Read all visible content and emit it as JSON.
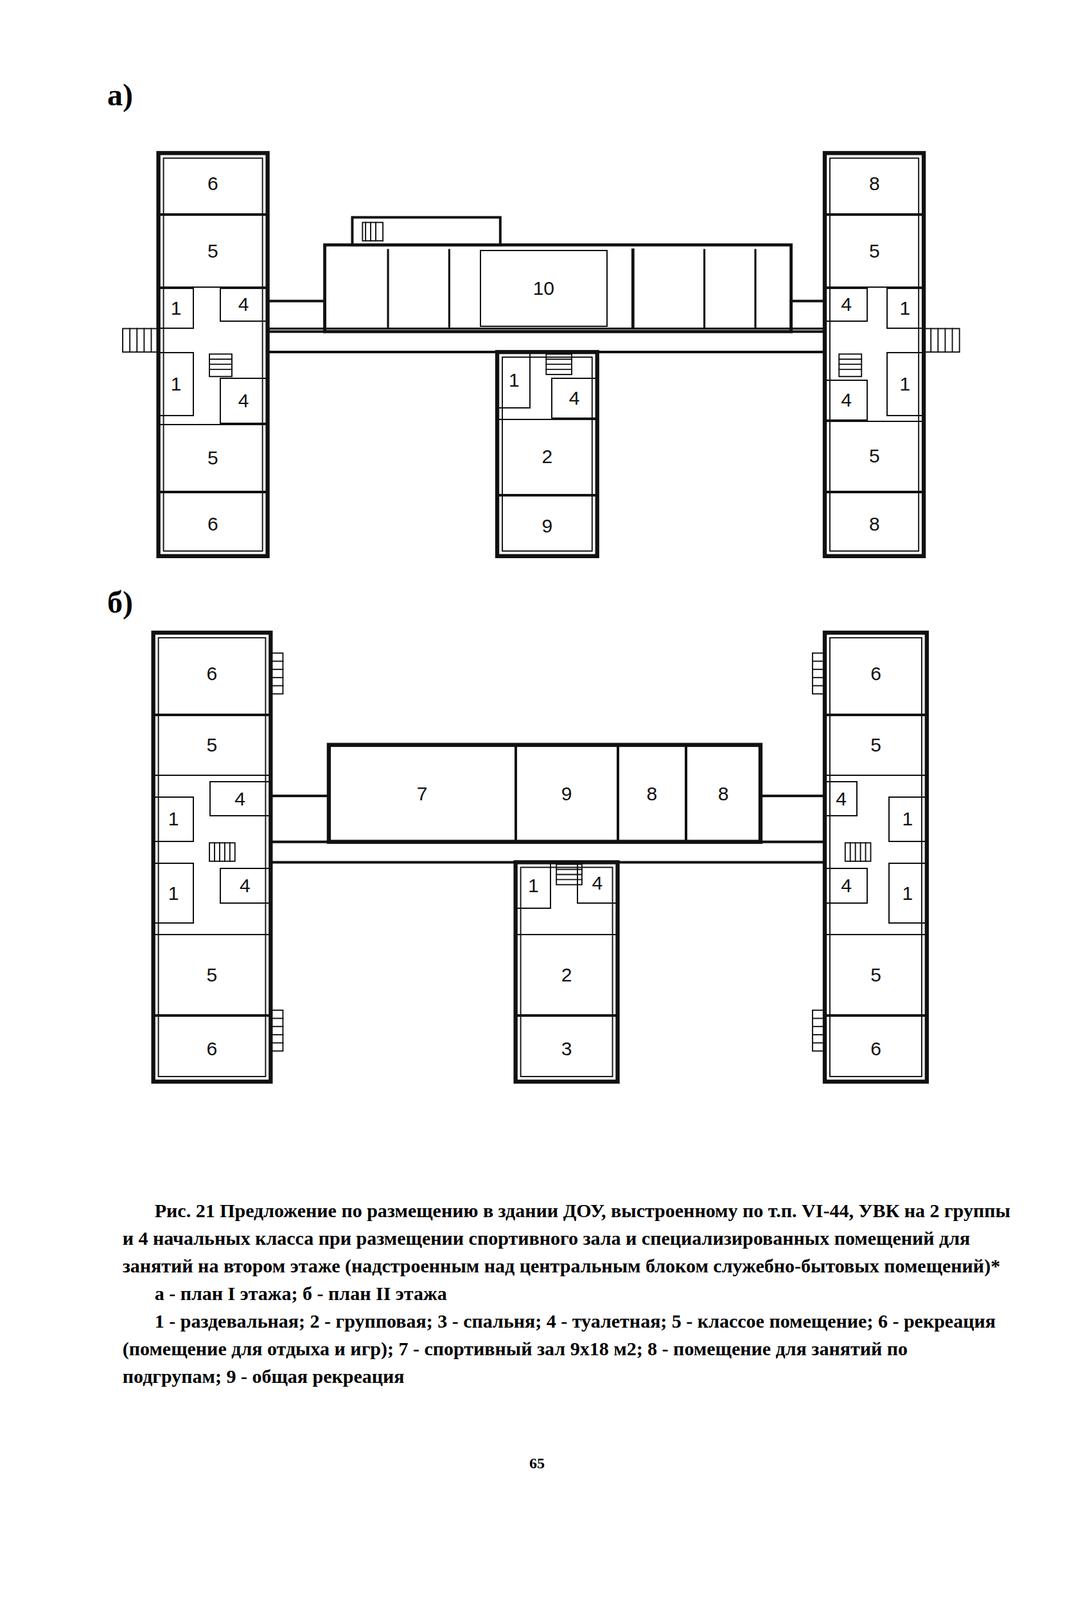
{
  "diagram": {
    "caption": "Рис. 21 Предложение по размещению в здании ДОУ, выстроенному по т.п. VI-44, УВК на 2 группы и 4 начальных класса при размещении спортивного зала и специализированных помещений для занятий на втором этаже (надстроенным над центральным блоком служебно-бытовых помещений)*",
    "nodes": [
      {
        "text": [
          "6"
        ]
      },
      {
        "text": [
          "5"
        ]
      },
      {
        "text": [
          "1"
        ]
      },
      {
        "text": [
          "4"
        ]
      },
      {
        "text": [
          "10"
        ]
      },
      {
        "text": [
          "8"
        ]
      },
      {
        "text": [
          "5"
        ]
      },
      {
        "text": [
          "4"
        ]
      },
      {
        "text": [
          "1"
        ]
      },
      {
        "text": [
          "1"
        ]
      },
      {
        "text": [
          "4"
        ]
      },
      {
        "text": [
          "5"
        ]
      },
      {
        "text": [
          "6"
        ]
      },
      {
        "text": [
          "1"
        ]
      },
      {
        "text": [
          "4"
        ]
      },
      {
        "text": [
          "2"
        ]
      },
      {
        "text": [
          "9"
        ]
      },
      {
        "text": [
          "4"
        ]
      },
      {
        "text": [
          "1"
        ]
      },
      {
        "text": [
          "5"
        ]
      },
      {
        "text": [
          "8"
        ]
      },
      {
        "text": [
          "6"
        ]
      },
      {
        "text": [
          "5"
        ]
      },
      {
        "text": [
          "4"
        ]
      },
      {
        "text": [
          "1"
        ]
      },
      {
        "text": [
          "7"
        ]
      },
      {
        "text": [
          "9"
        ]
      },
      {
        "text": [
          "8"
        ]
      },
      {
        "text": [
          "8"
        ]
      },
      {
        "text": [
          "6"
        ]
      },
      {
        "text": [
          "5"
        ]
      },
      {
        "text": [
          "4"
        ]
      },
      {
        "text": [
          "1"
        ]
      },
      {
        "text": [
          "1"
        ]
      },
      {
        "text": [
          "4"
        ]
      },
      {
        "text": [
          "5"
        ]
      },
      {
        "text": [
          "6"
        ]
      },
      {
        "text": [
          "1"
        ]
      },
      {
        "text": [
          "4"
        ]
      },
      {
        "text": [
          "2"
        ]
      },
      {
        "text": [
          "3"
        ]
      },
      {
        "text": [
          "4"
        ]
      },
      {
        "text": [
          "1"
        ]
      },
      {
        "text": [
          "5"
        ]
      },
      {
        "text": [
          "6"
        ]
      }
    ],
    "labels": [
      "а)",
      "б)",
      "а - план I этажа; б - план II этажа",
      "1 - раздевальная; 2 - групповая; 3 - спальня; 4 - туалетная; 5 - классое помещение; 6 - рекреация (помещение для отдыха и игр); 7 - спортивный зал 9x18 м2; 8 - помещение для занятий по подгрупам; 9 - общая рекреация",
      "65"
    ]
  }
}
